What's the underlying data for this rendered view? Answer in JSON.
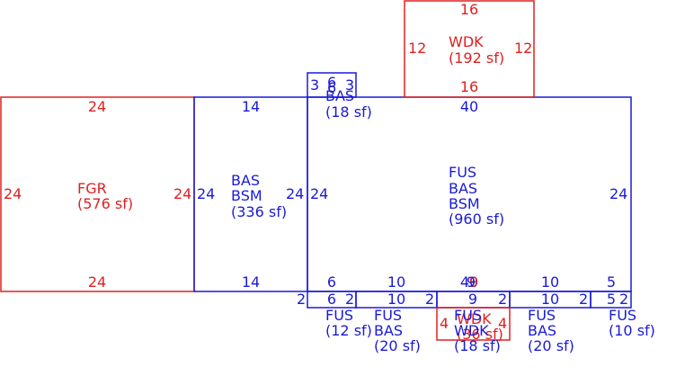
{
  "colors": {
    "red": "#e02020",
    "blue": "#1a1ad8"
  },
  "areas": {
    "fgr": {
      "name": "FGR",
      "area": "(576 sf)",
      "top": "24",
      "bottom": "24",
      "left": "24",
      "right": "24"
    },
    "bas_bsm_left": {
      "l1": "BAS",
      "l2": "BSM",
      "area": "(336 sf)",
      "top": "14",
      "bottom": "14",
      "left": "24",
      "right": "24"
    },
    "main": {
      "l1": "FUS",
      "l2": "BAS",
      "l3": "BSM",
      "area": "(960 sf)",
      "top": "40",
      "bottom": "40",
      "left": "24",
      "right": "24"
    },
    "wdk_top": {
      "name": "WDK",
      "area": "(192 sf)",
      "top": "16",
      "bottom": "16",
      "left": "12",
      "right": "12"
    },
    "bay_bas": {
      "name": "BAS",
      "area": "(18 sf)",
      "d1": "3",
      "d2": "6",
      "d3": "3",
      "d4": "6"
    },
    "wdk_small": {
      "name": "WDK",
      "area": "(36 sf)",
      "left": "4",
      "right": "4",
      "top": "9"
    },
    "fus_12": {
      "name": "FUS",
      "area": "(12 sf)",
      "top": "6",
      "bottom": "6",
      "left": "2",
      "right": "2"
    },
    "fus_bas_20a": {
      "l1": "FUS",
      "l2": "BAS",
      "area": "(20 sf)",
      "top": "10",
      "bottom": "10",
      "right": "2"
    },
    "fus_wdk_18": {
      "l1": "FUS",
      "l2": "WDK",
      "area": "(18 sf)",
      "top": "9",
      "bottom": "9",
      "right": "2"
    },
    "fus_bas_20b": {
      "l1": "FUS",
      "l2": "BAS",
      "area": "(20 sf)",
      "top": "10",
      "bottom": "10",
      "right": "2"
    },
    "fus_10": {
      "name": "FUS",
      "area": "(10 sf)",
      "top": "5",
      "bottom": "5",
      "right": "2"
    }
  }
}
